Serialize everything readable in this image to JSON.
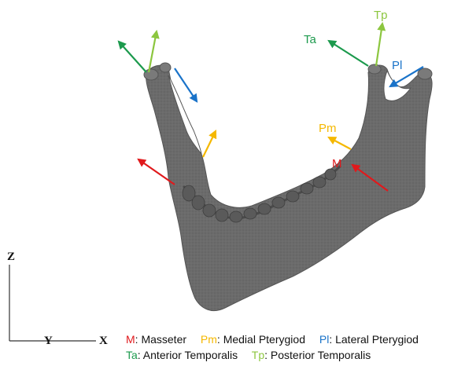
{
  "colors": {
    "masseter": "#e0191c",
    "medial_pterygoid": "#f5b800",
    "lateral_pterygoid": "#1a73c9",
    "anterior_temporalis": "#1c9a4d",
    "posterior_temporalis": "#8cc63f",
    "bone": "#6e6e6e"
  },
  "force_labels": {
    "M": "M",
    "Pm": "Pm",
    "Pl": "Pl",
    "Ta": "Ta",
    "Tp": "Tp"
  },
  "axes": {
    "z": "Z",
    "y": "Y",
    "x": "X"
  },
  "legend": {
    "row1": [
      {
        "code": "M",
        "name": ": Masseter",
        "color_key": "masseter"
      },
      {
        "code": "Pm",
        "name": ": Medial Pterygiod",
        "color_key": "medial_pterygoid"
      },
      {
        "code": "Pl",
        "name": ": Lateral Pterygiod",
        "color_key": "lateral_pterygoid"
      }
    ],
    "row2": [
      {
        "code": "Ta",
        "name": ": Anterior Temporalis",
        "color_key": "anterior_temporalis"
      },
      {
        "code": "Tp",
        "name": ": Posterior Temporalis",
        "color_key": "posterior_temporalis"
      }
    ]
  }
}
